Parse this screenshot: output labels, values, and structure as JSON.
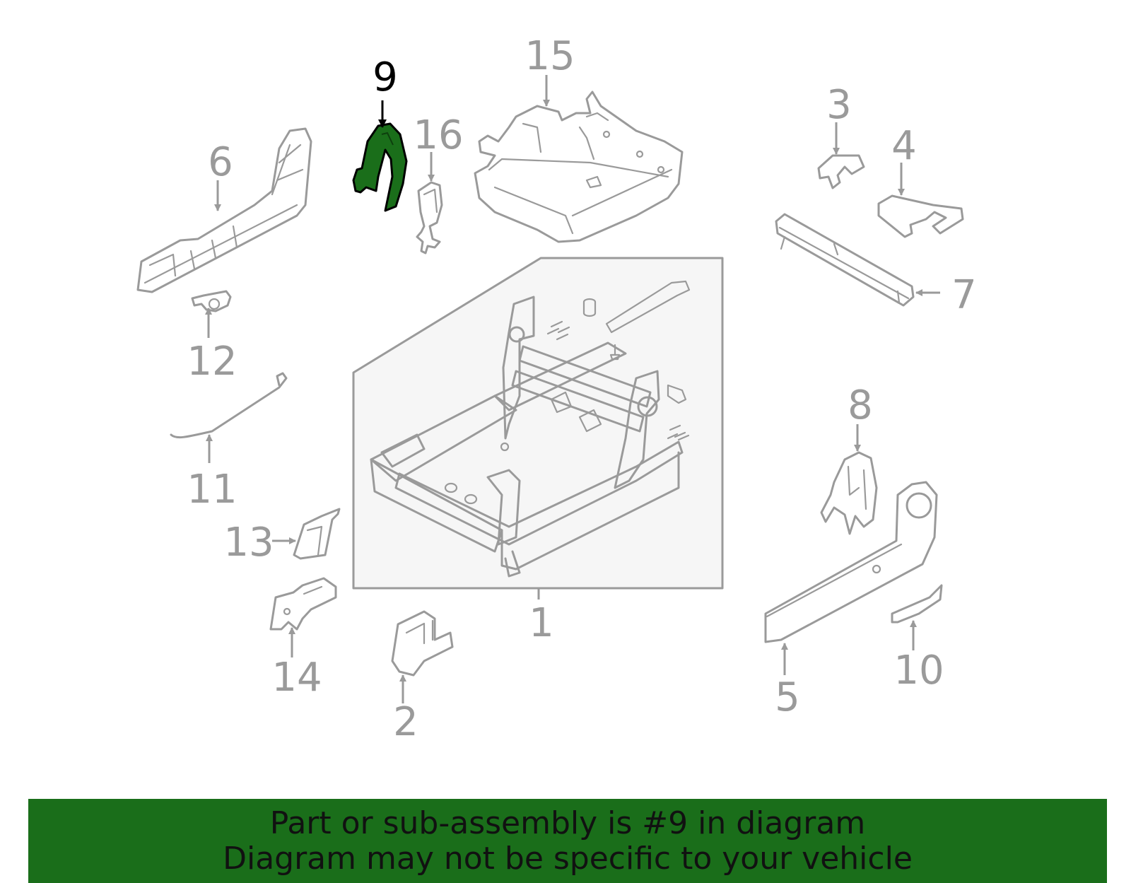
{
  "colors": {
    "highlight": "#1a6e1a",
    "banner_bg": "#1a6e1a",
    "part_outline": "#9a9a9a",
    "assembly_fill": "#f6f6f6"
  },
  "callouts": {
    "c1": "1",
    "c2": "2",
    "c3": "3",
    "c4": "4",
    "c5": "5",
    "c6": "6",
    "c7": "7",
    "c8": "8",
    "c9": "9",
    "c10": "10",
    "c11": "11",
    "c12": "12",
    "c13": "13",
    "c14": "14",
    "c15": "15",
    "c16": "16"
  },
  "highlighted_part": "9",
  "banner": {
    "line1": "Part or sub-assembly is #9 in diagram",
    "line2": "Diagram may not be specific to your vehicle"
  }
}
